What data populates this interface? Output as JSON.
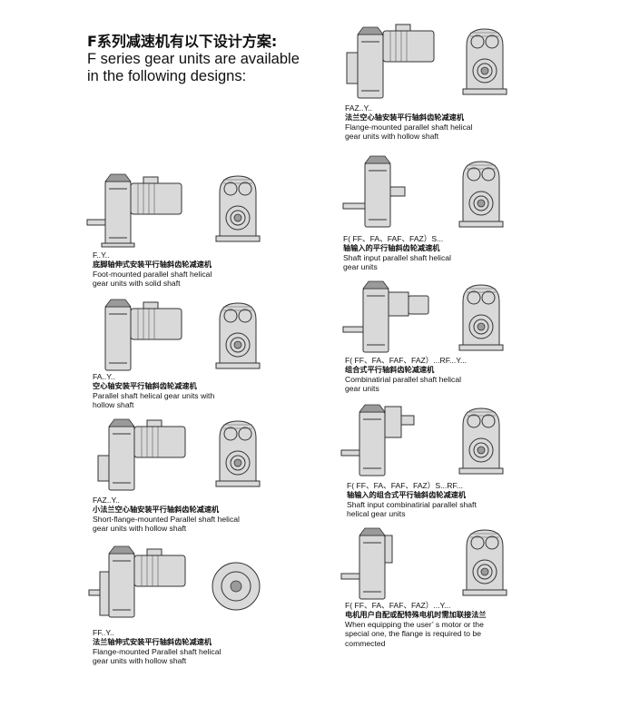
{
  "heading": {
    "zh": "F系列减速机有以下设计方案:",
    "en_line1": "F series gear units are available",
    "en_line2": "in the following designs:"
  },
  "designs": [
    {
      "code": "F..Y..",
      "zh": "底脚轴伸式安装平行轴斜齿轮减速机",
      "en": [
        "Foot-mounted parallel shaft helical",
        "gear units with solid shaft"
      ]
    },
    {
      "code": "FA..Y..",
      "zh": "空心轴安装平行轴斜齿轮减速机",
      "en": [
        "Parallel shaft helical gear units with",
        "hollow shaft"
      ]
    },
    {
      "code": "FAZ..Y..",
      "zh": "小法兰空心轴安装平行轴斜齿轮减速机",
      "en": [
        "Short-flange-mounted Parallel shaft helical",
        "gear units with hollow shaft"
      ]
    },
    {
      "code": "FF..Y..",
      "zh": "法兰轴伸式安装平行轴斜齿轮减速机",
      "en": [
        "Flange-mounted Parallel shaft helical",
        "gear units with hollow shaft"
      ]
    },
    {
      "code": "FAZ..Y..",
      "zh": "法兰空心轴安装平行轴斜齿轮减速机",
      "en": [
        "Flange-mounted parallel shaft helical",
        "gear units with hollow shaft"
      ]
    },
    {
      "code": "F( FF、FA、FAF、FAZ）S...",
      "zh": "轴输入的平行轴斜齿轮减速机",
      "en": [
        "Shaft input  parallel shaft helical",
        "gear units"
      ]
    },
    {
      "code": "F( FF、FA、FAF、FAZ）...RF...Y...",
      "zh": "组合式平行轴斜齿轮减速机",
      "en": [
        "Combinatirial  parallel shaft helical",
        "gear units"
      ]
    },
    {
      "code": "F( FF、FA、FAF、FAZ）S...RF...",
      "zh": "轴输入的组合式平行轴斜齿轮减速机",
      "en": [
        "Shaft input combinatirial  parallel shaft",
        "helical gear units"
      ]
    },
    {
      "code": "F( FF、FA、FAF、FAZ）...Y...",
      "zh": "电机用户自配或配特殊电机时需加联接法兰",
      "en": [
        "When equipping the user’ s motor or the",
        "special one, the flange is required to be",
        "commected"
      ]
    }
  ]
}
